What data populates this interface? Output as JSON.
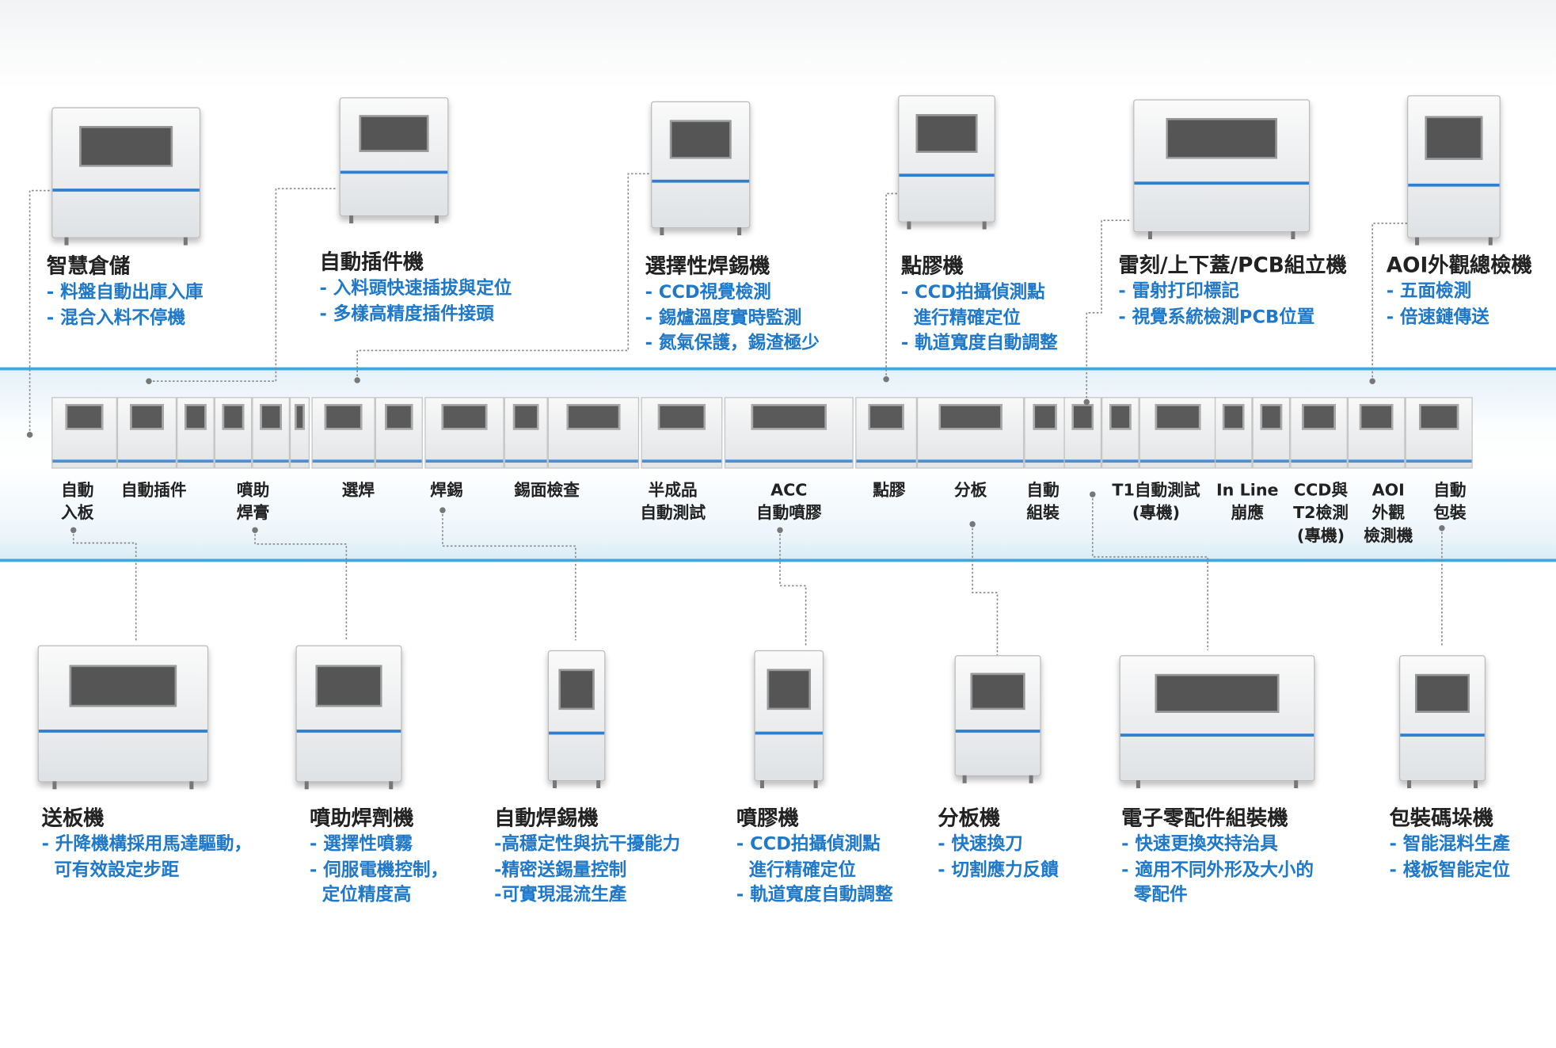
{
  "top_machines": [
    {
      "title": "智慧倉儲",
      "bullets": [
        "- 料盤自動出庫入庫",
        "- 混合入料不停機"
      ]
    },
    {
      "title": "自動插件機",
      "bullets": [
        "- 入料頭快速插拔與定位",
        "- 多樣高精度插件接頭"
      ]
    },
    {
      "title": "選擇性焊錫機",
      "bullets": [
        "- CCD視覺檢測",
        "- 錫爐溫度實時監測",
        "- 氮氣保護，錫渣極少"
      ]
    },
    {
      "title": "點膠機",
      "bullets": [
        "- CCD拍攝偵測點",
        "  進行精確定位",
        "- 軌道寬度自動調整"
      ]
    },
    {
      "title": "雷刻/上下蓋/PCB組立機",
      "bullets": [
        "- 雷射打印標記",
        "- 視覺系統檢測PCB位置"
      ]
    },
    {
      "title": "AOI外觀總檢機",
      "bullets": [
        "- 五面檢測",
        "- 倍速鏈傳送"
      ]
    }
  ],
  "line_stations": [
    {
      "label": [
        "自動",
        "入板"
      ]
    },
    {
      "label": [
        "自動插件"
      ]
    },
    {
      "label": [
        "噴助",
        "焊膏"
      ]
    },
    {
      "label": [
        "選焊"
      ]
    },
    {
      "label": [
        "焊錫"
      ]
    },
    {
      "label": [
        "錫面檢查"
      ]
    },
    {
      "label": [
        "半成品",
        "自動測試"
      ]
    },
    {
      "label": [
        "ACC",
        "自動噴膠"
      ]
    },
    {
      "label": [
        "點膠"
      ]
    },
    {
      "label": [
        "分板"
      ]
    },
    {
      "label": [
        "自動",
        "組裝"
      ]
    },
    {
      "label": [
        "T1自動測試",
        "(專機)"
      ]
    },
    {
      "label": [
        "In Line",
        "崩應"
      ]
    },
    {
      "label": [
        "CCD與",
        "T2檢測",
        "(專機)"
      ]
    },
    {
      "label": [
        "AOI",
        "外觀",
        "檢測機"
      ]
    },
    {
      "label": [
        "自動",
        "包裝"
      ]
    }
  ],
  "bottom_machines": [
    {
      "title": "送板機",
      "bullets": [
        "- 升降機構採用馬達驅動，",
        "  可有效設定步距"
      ]
    },
    {
      "title": "噴助焊劑機",
      "bullets": [
        "- 選擇性噴霧",
        "- 伺服電機控制，",
        "  定位精度高"
      ]
    },
    {
      "title": "自動焊錫機",
      "bullets": [
        "-高穩定性與抗干擾能力",
        "-精密送錫量控制",
        "-可實現混流生產"
      ]
    },
    {
      "title": "噴膠機",
      "bullets": [
        "- CCD拍攝偵測點",
        "  進行精確定位",
        "- 軌道寬度自動調整"
      ]
    },
    {
      "title": "分板機",
      "bullets": [
        "- 快速換刀",
        "- 切割應力反饋"
      ]
    },
    {
      "title": "電子零配件組裝機",
      "bullets": [
        "- 快速更換夾持治具",
        "- 適用不同外形及大小的",
        "  零配件"
      ]
    },
    {
      "title": "包裝碼垛機",
      "bullets": [
        "- 智能混料生產",
        "- 棧板智能定位"
      ]
    }
  ],
  "colors": {
    "accent": "#1f78c8",
    "band_line": "#3fa7dc",
    "connector": "#888888"
  }
}
